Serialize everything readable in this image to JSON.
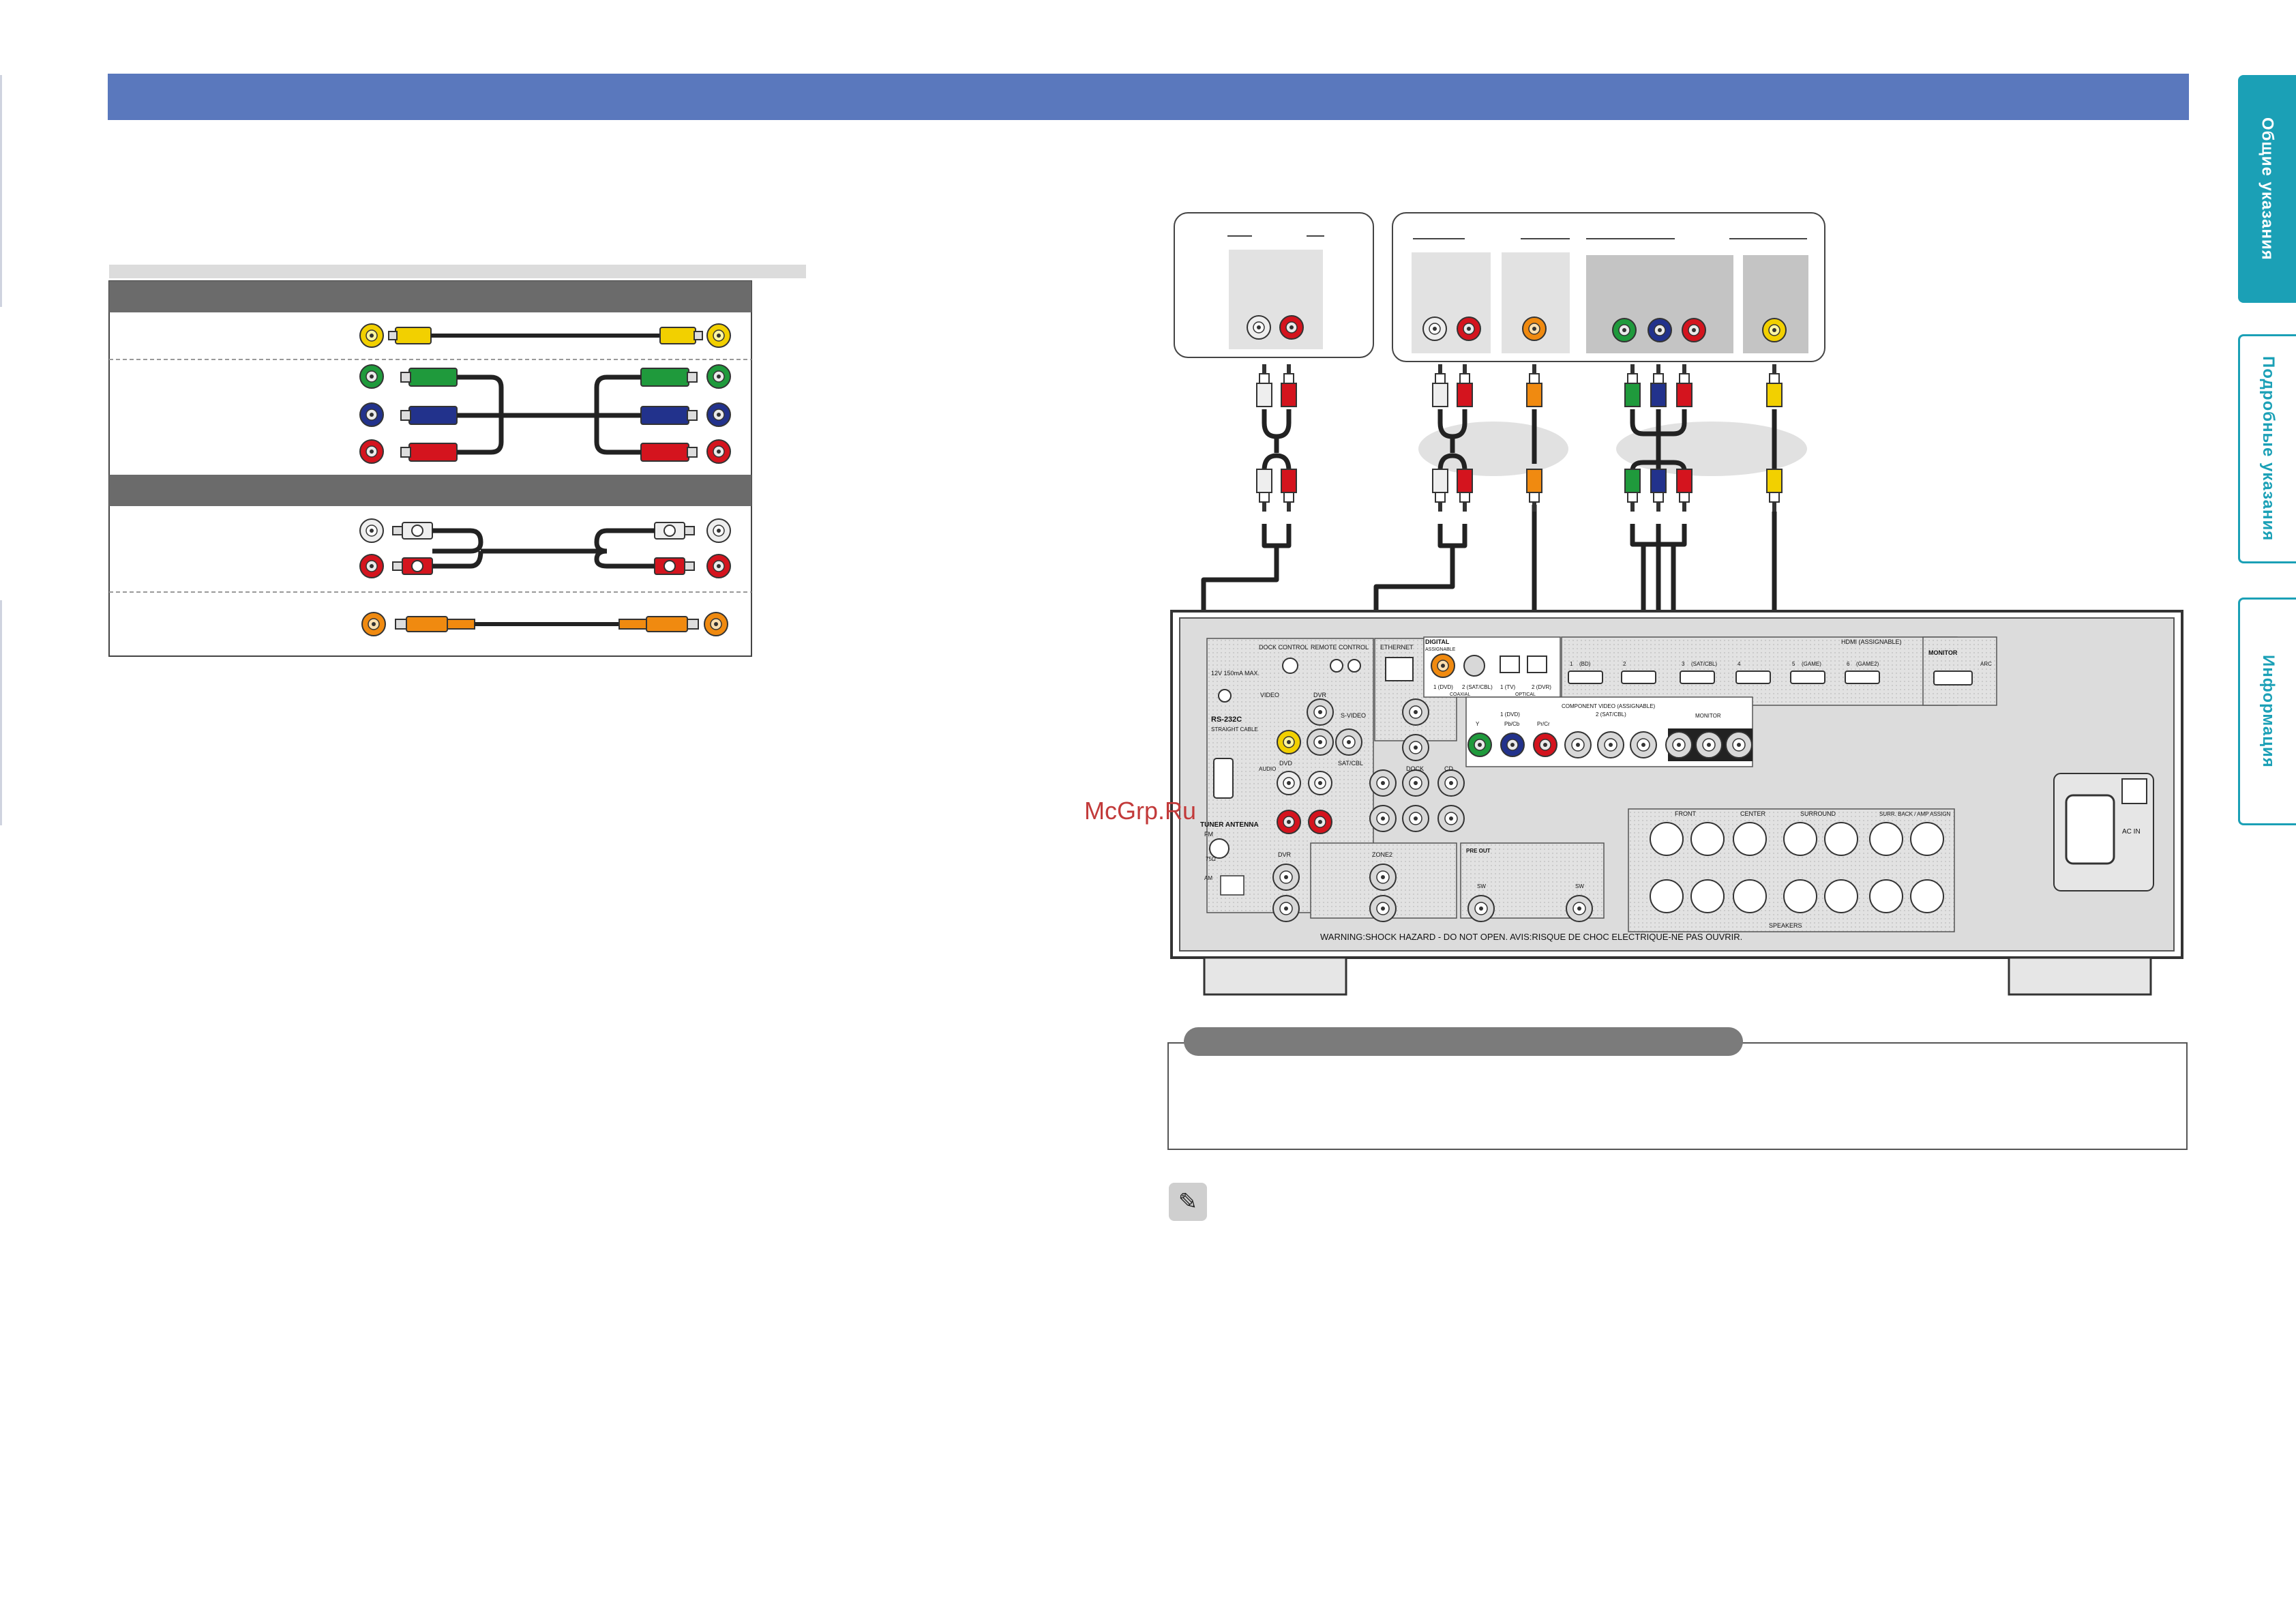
{
  "side_tabs": {
    "general": "Общие указания",
    "detailed": "Подробные указания",
    "info": "Информация"
  },
  "watermark": "McGrp.Ru",
  "receiver": {
    "labels": {
      "dock_control": "DOCK CONTROL",
      "remote_control": "REMOTE CONTROL",
      "ethernet": "ETHERNET",
      "digital": "DIGITAL",
      "assignable": "ASSIGNABLE",
      "hdmi_assignable": "HDMI (ASSIGNABLE)",
      "monitor": "MONITOR",
      "arc": "ARC",
      "power_spec": "12V 150mA MAX.",
      "rs232c": "RS-232C",
      "straight_cable": "STRAIGHT CABLE",
      "video": "VIDEO",
      "dvr": "DVR",
      "s_video": "S-VIDEO",
      "tuner_antenna": "TUNER ANTENNA",
      "fm": "FM",
      "am": "AM",
      "ohm": "75Ω",
      "audio": "AUDIO",
      "dvd": "DVD",
      "sat_cbl": "SAT/CBL",
      "dock": "DOCK",
      "cd": "CD",
      "zone2": "ZONE2",
      "pre_out": "PRE OUT",
      "sw": "SW",
      "component_video": "COMPONENT VIDEO (ASSIGNABLE)",
      "comp_1": "1 (DVD)",
      "comp_2": "2 (SAT/CBL)",
      "y": "Y",
      "pb_cb": "Pb/Cb",
      "pr_cr": "Pr/Cr",
      "coaxial": "COAXIAL",
      "optical": "OPTICAL",
      "dig_1": "1 (DVD)",
      "dig_2": "2 (SAT/CBL)",
      "dig_3": "1 (TV)",
      "dig_4": "2 (DVR)",
      "hdmi_1": "1",
      "hdmi_2": "2",
      "hdmi_3": "3",
      "hdmi_4": "4",
      "hdmi_5": "5",
      "hdmi_6": "6",
      "hdmi_bd": "(BD)",
      "hdmi_sat": "(SAT/CBL)",
      "hdmi_game": "(GAME)",
      "hdmi_game2": "(GAME2)",
      "front": "FRONT",
      "center": "CENTER",
      "surround": "SURROUND",
      "surr_back": "SURR. BACK / AMP ASSIGN",
      "speakers": "SPEAKERS",
      "ac_in": "AC IN",
      "warning": "WARNING:SHOCK HAZARD - DO NOT OPEN.  AVIS:RISQUE DE CHOC ELECTRIQUE-NE PAS OUVRIR."
    }
  },
  "colors": {
    "header": "#5a78bd",
    "tab_accent": "#1ba0b6",
    "video_yellow": "#f2d000",
    "green": "#1f9a3c",
    "blue": "#22328c",
    "red": "#d4141e",
    "white_jack": "#eeeeee",
    "orange": "#f08a10"
  },
  "icons": {
    "note": "pencil-icon"
  }
}
